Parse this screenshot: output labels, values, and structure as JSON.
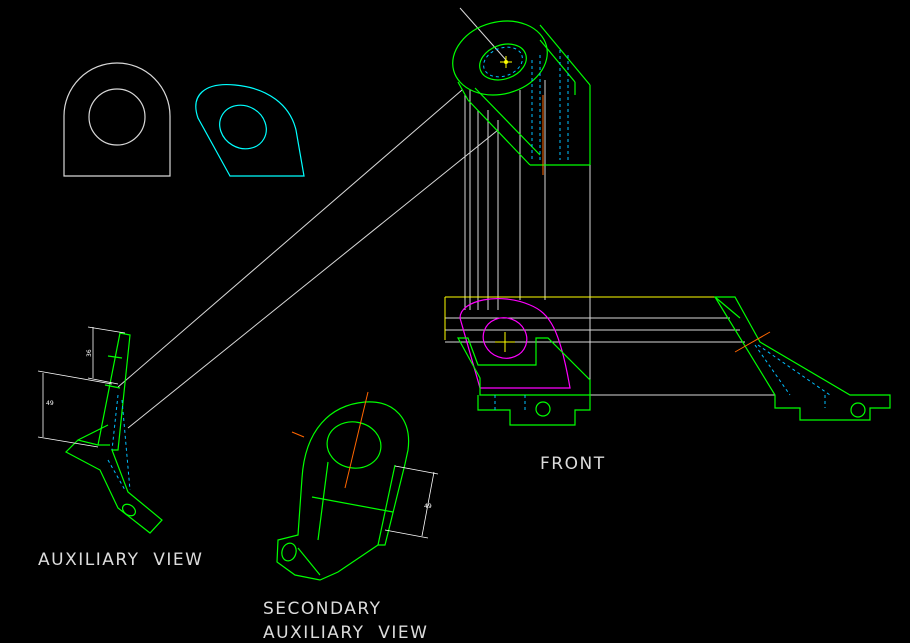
{
  "labels": {
    "front": "FRONT",
    "auxiliary_view": "AUXILIARY  VIEW",
    "secondary_line1": "SECONDARY",
    "secondary_line2": "AUXILIARY  VIEW"
  },
  "dimensions": {
    "aux_upper": "36",
    "aux_lower": "49",
    "secondary": "49"
  },
  "colors": {
    "background": "#000000",
    "object_line": "#00ff00",
    "hidden_line": "#00bfff",
    "projection_line": "#d8d8d8",
    "magenta_view": "#ff00ff",
    "cyan_view": "#00ffff",
    "center_line": "#ff6600",
    "reference_line": "#ffff00",
    "label_text": "#dcdcdc"
  }
}
